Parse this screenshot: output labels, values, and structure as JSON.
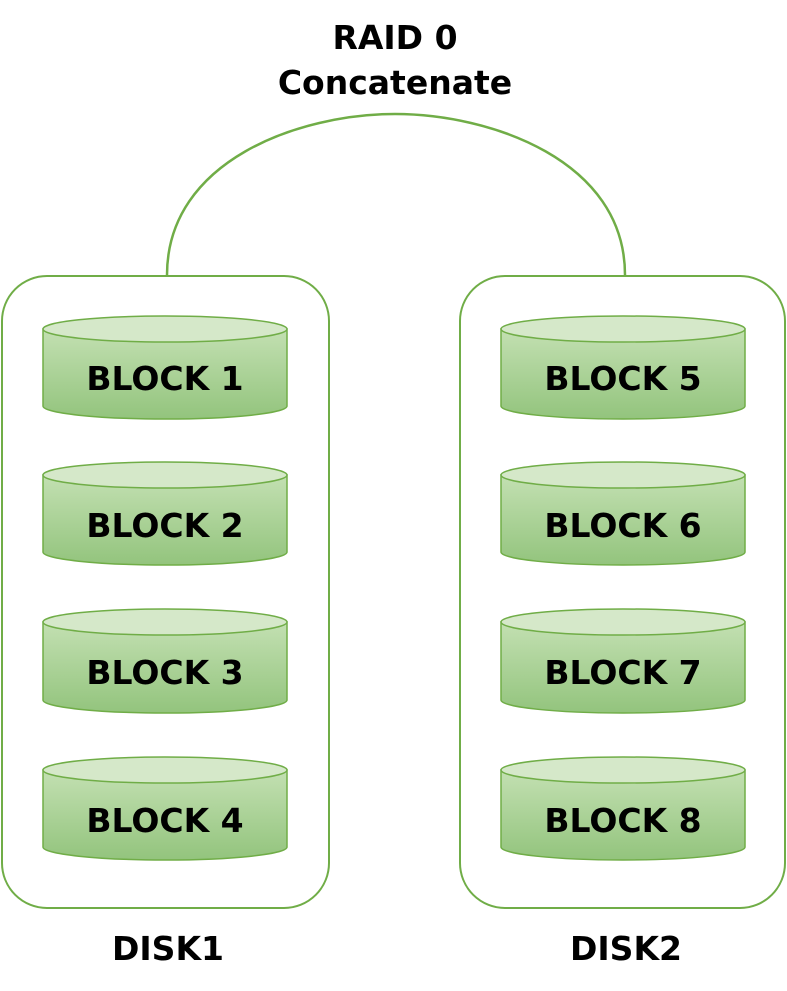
{
  "title": {
    "line1": "RAID 0",
    "line2": "Concatenate"
  },
  "disks": [
    {
      "label": "DISK1",
      "blocks": [
        "BLOCK 1",
        "BLOCK 2",
        "BLOCK 3",
        "BLOCK 4"
      ]
    },
    {
      "label": "DISK2",
      "blocks": [
        "BLOCK 5",
        "BLOCK 6",
        "BLOCK 7",
        "BLOCK 8"
      ]
    }
  ],
  "colors": {
    "outline": "#70ad47",
    "cylinder_top": "#d5e8c9",
    "cylinder_body_light": "#b7d9a3",
    "cylinder_body_dark": "#93c47d",
    "text": "#000000"
  }
}
